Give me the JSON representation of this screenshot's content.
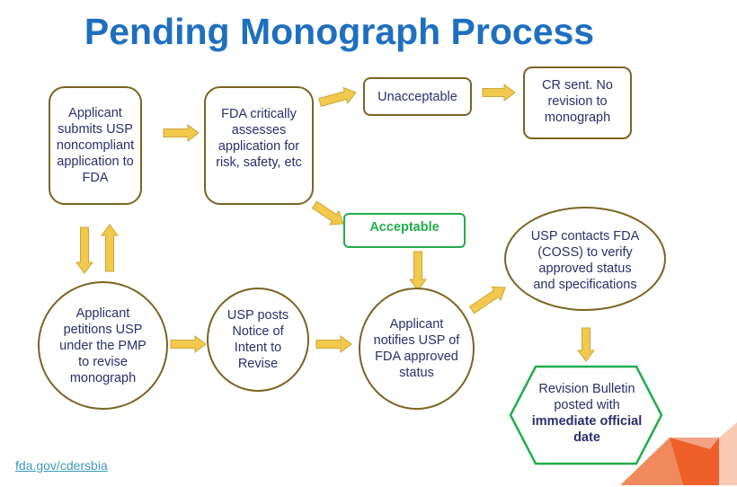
{
  "title": "Pending Monograph Process",
  "nodes": {
    "submit": "Applicant submits USP noncompliant application to FDA",
    "assess": "FDA critically assesses application for risk, safety, etc",
    "unacceptable": "Unacceptable",
    "cr_sent": "CR sent. No revision to monograph",
    "acceptable": "Acceptable",
    "petition": "Applicant petitions USP under the PMP to revise monograph",
    "notice": "USP posts Notice of Intent to Revise",
    "notifies": "Applicant notifies USP of FDA approved status",
    "contacts": "USP contacts FDA (COSS) to verify approved status and specifications",
    "bulletin_line1": "Revision Bulletin posted with",
    "bulletin_bold": "immediate official date"
  },
  "footer_link": "fda.gov/cdersbia",
  "colors": {
    "title": "#1f6fc0",
    "border": "#7a6424",
    "green": "#22ad4c",
    "arrow": "#f2c94c",
    "accent": "#ef6a3a"
  }
}
